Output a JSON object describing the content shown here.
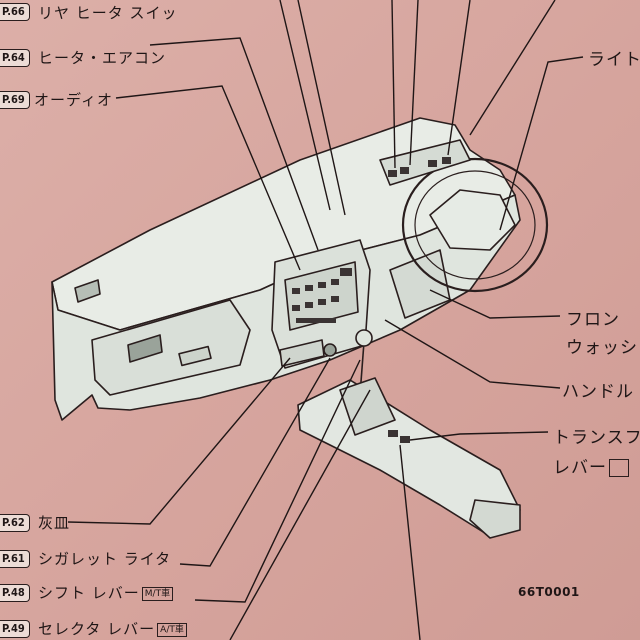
{
  "left_labels": [
    {
      "page": "P.66",
      "text": "リヤ ヒータ スイッ"
    },
    {
      "page": "P.64",
      "text": "ヒータ・エアコン"
    },
    {
      "page": "P.69",
      "text": "オーディオ"
    },
    {
      "page": "P.62",
      "text": "灰皿"
    },
    {
      "page": "P.61",
      "text": "シガレット ライタ"
    },
    {
      "page": "P.48",
      "text": "シフト レバー",
      "tag": "M/T車"
    },
    {
      "page": "P.49",
      "text": "セレクタ レバー",
      "tag": "A/T車"
    }
  ],
  "right_labels": {
    "light": "ライト",
    "front": "フロン",
    "washer": "ウォッシ",
    "handle": "ハンドル",
    "transfer": "トランスフ",
    "lever": "レバー"
  },
  "figure_code": "66T0001"
}
